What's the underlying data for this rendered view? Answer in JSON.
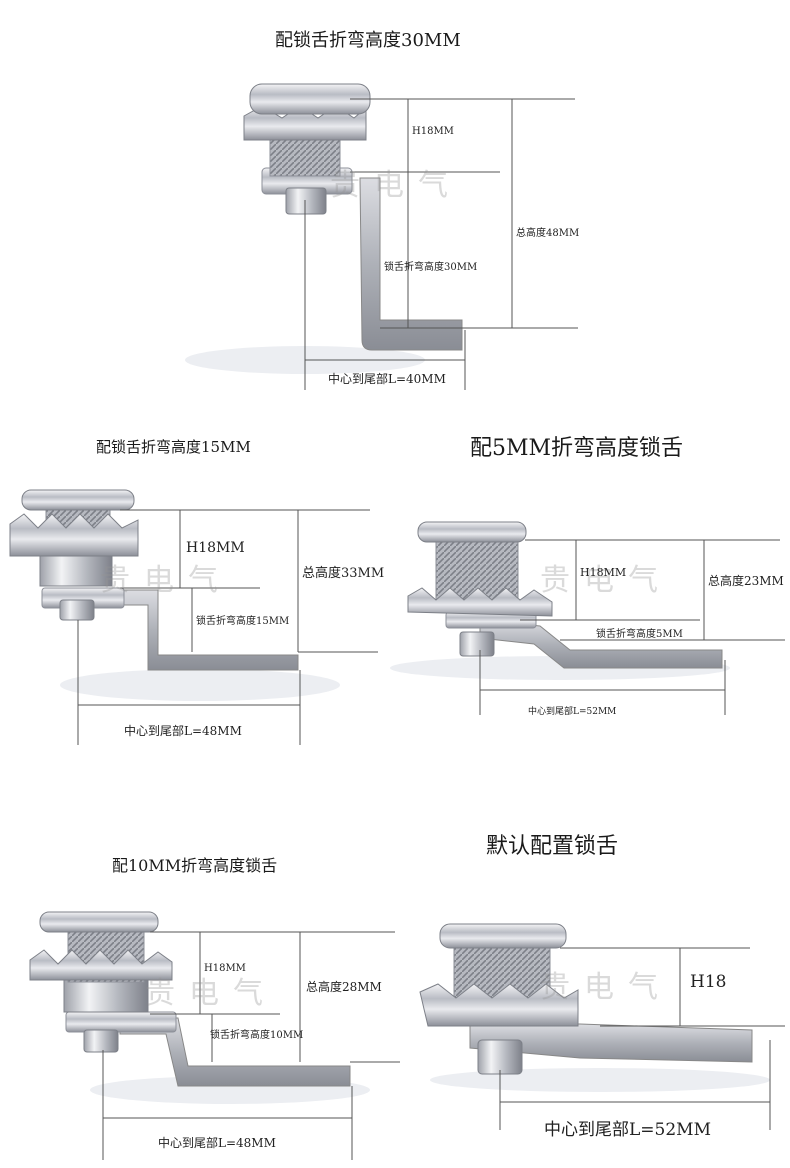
{
  "watermark": "贵电气",
  "panels": {
    "p1": {
      "title": "配锁舌折弯高度30MM",
      "h_label": "H18MM",
      "total_label": "总高度48MM",
      "bend_label": "锁舌折弯高度30MM",
      "center_label": "中心到尾部L=40MM"
    },
    "p2": {
      "title": "配锁舌折弯高度15MM",
      "h_label": "H18MM",
      "total_label": "总高度33MM",
      "bend_label": "锁舌折弯高度15MM",
      "center_label": "中心到尾部L=48MM"
    },
    "p3": {
      "title": "配5MM折弯高度锁舌",
      "h_label": "H18MM",
      "total_label": "总高度23MM",
      "bend_label": "锁舌折弯高度5MM",
      "center_label": "中心到尾部L=52MM"
    },
    "p4": {
      "title": "配10MM折弯高度锁舌",
      "h_label": "H18MM",
      "total_label": "总高度28MM",
      "bend_label": "锁舌折弯高度10MM",
      "center_label": "中心到尾部L=48MM"
    },
    "p5": {
      "title": "默认配置锁舌",
      "h_label": "H18",
      "center_label": "中心到尾部L=52MM"
    }
  }
}
